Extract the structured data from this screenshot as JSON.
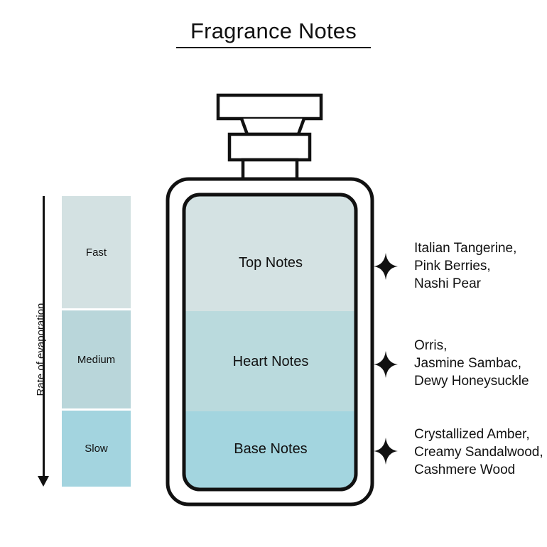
{
  "title": "Fragrance Notes",
  "evaporation": {
    "axis_label": "Rate of evaporation",
    "levels": [
      {
        "label": "Fast",
        "color": "#d3e1e2"
      },
      {
        "label": "Medium",
        "color": "#b9d6da"
      },
      {
        "label": "Slow",
        "color": "#a3d4df"
      }
    ]
  },
  "bottle": {
    "outline_color": "#111111",
    "zones": [
      {
        "label": "Top Notes",
        "color": "#d4e2e3"
      },
      {
        "label": "Heart Notes",
        "color": "#badadd"
      },
      {
        "label": "Base Notes",
        "color": "#a3d5df"
      }
    ]
  },
  "notes": {
    "top": [
      "Italian Tangerine,",
      "Pink Berries,",
      "Nashi Pear"
    ],
    "heart": [
      "Orris,",
      "Jasmine Sambac,",
      "Dewy Honeysuckle"
    ],
    "base": [
      "Crystallized Amber,",
      "Creamy Sandalwood,",
      "Cashmere Wood"
    ]
  },
  "icons": {
    "marker": "four-point-sparkle-icon",
    "arrow": "down-arrow-icon"
  }
}
